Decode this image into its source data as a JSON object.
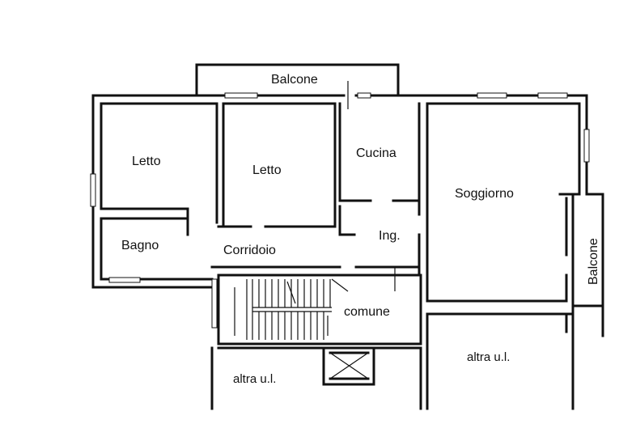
{
  "rooms": {
    "balcone_top": "Balcone",
    "letto_1": "Letto",
    "letto_2": "Letto",
    "cucina": "Cucina",
    "soggiorno": "Soggiorno",
    "bagno": "Bagno",
    "corridoio": "Corridoio",
    "ingresso": "Ing.",
    "balcone_right": "Balcone",
    "comune": "comune",
    "altra_ui_left": "altra u.l.",
    "altra_ui_right": "altra u.l."
  }
}
